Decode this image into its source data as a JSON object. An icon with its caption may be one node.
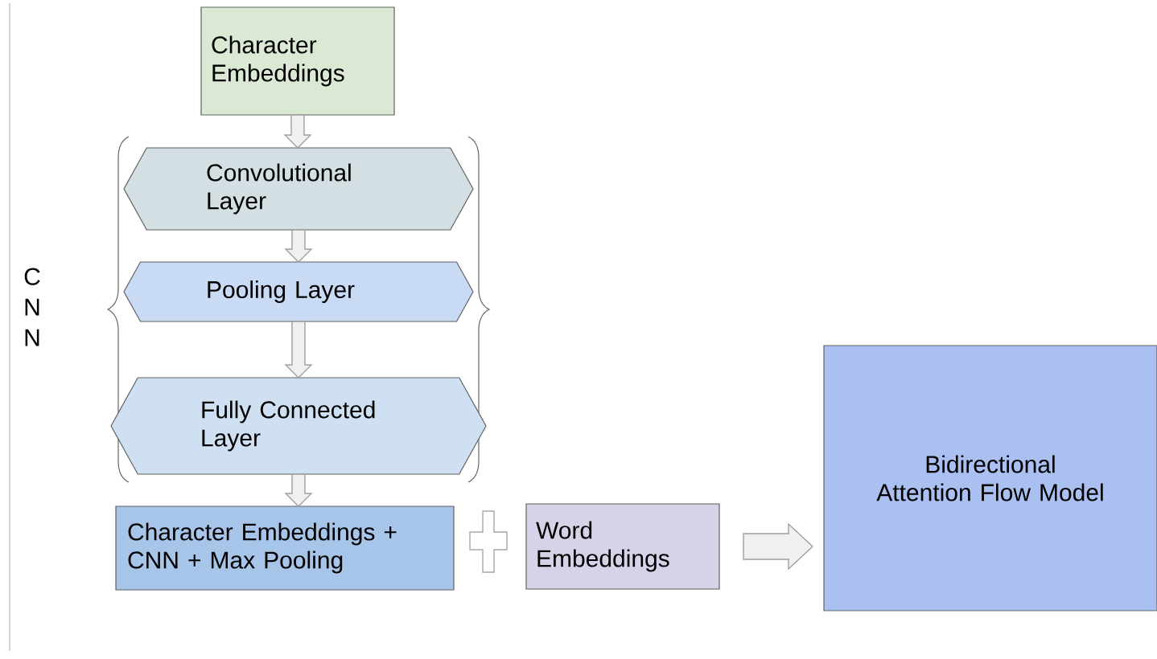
{
  "diagram": {
    "nodes": [
      {
        "text": [
          "Character Embeddings"
        ]
      },
      {
        "text": [
          "Convolutional Layer"
        ]
      },
      {
        "text": [
          "Pooling Layer"
        ]
      },
      {
        "text": [
          "Fully Connected Layer"
        ]
      },
      {
        "text": [
          "Character Embeddings + CNN + Max Pooling"
        ]
      },
      {
        "text": [
          "Word Embeddings"
        ]
      },
      {
        "text": [
          "Bidirectional Attention Flow Model"
        ]
      }
    ],
    "edges": [
      {
        "from": 0,
        "to": 1,
        "arrow": "to"
      },
      {
        "from": 1,
        "to": 2,
        "arrow": "to"
      },
      {
        "from": 2,
        "to": 3,
        "arrow": "to"
      },
      {
        "from": 3,
        "to": 4,
        "arrow": "to"
      },
      {
        "from": 5,
        "to": 6,
        "arrow": "to"
      }
    ],
    "labels": [
      "C N N"
    ]
  }
}
